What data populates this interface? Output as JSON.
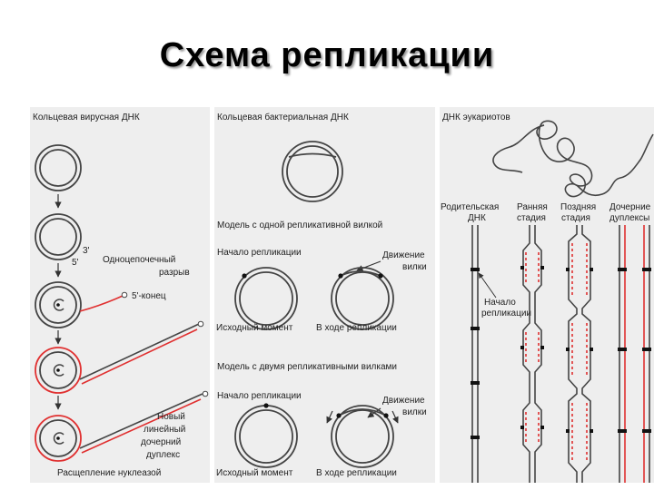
{
  "title": "Схема репликации",
  "panel1": {
    "heading": "Кольцевая вирусная ДНК",
    "label_3prime": "3'",
    "label_5prime": "5'",
    "nick_line1": "Одноцепочечный",
    "nick_line2": "разрыв",
    "five_end": "5'-конец",
    "new_line1": "Новый",
    "new_line2": "линейный",
    "new_line3": "дочерний",
    "new_line4": "дуплекс",
    "cleavage": "Расщепление нуклеазой"
  },
  "panel2": {
    "heading": "Кольцевая бактериальная ДНК",
    "model1": "Модель с одной репликативной вилкой",
    "start1": "Начало репликации",
    "fork1_line1": "Движение",
    "fork1_line2": "вилки",
    "initial1": "Исходный момент",
    "during1": "В ходе репликации",
    "model2": "Модель с двумя репликативными вилками",
    "start2": "Начало репликации",
    "fork2_line1": "Движение",
    "fork2_line2": "вилки",
    "initial2": "Исходный момент",
    "during2": "В ходе репликации"
  },
  "panel3": {
    "heading": "ДНК эукариотов",
    "col1_line1": "Родительская",
    "col1_line2": "ДНК",
    "col2_line1": "Ранняя",
    "col2_line2": "стадия",
    "col3_line1": "Поздняя",
    "col3_line2": "стадия",
    "col4_line1": "Дочерние",
    "col4_line2": "дуплексы",
    "origin_line1": "Начало",
    "origin_line2": "репликации"
  },
  "colors": {
    "panel_bg": "#eeeeee",
    "strand": "#444444",
    "new_strand": "#e03030",
    "dot": "#111111"
  }
}
